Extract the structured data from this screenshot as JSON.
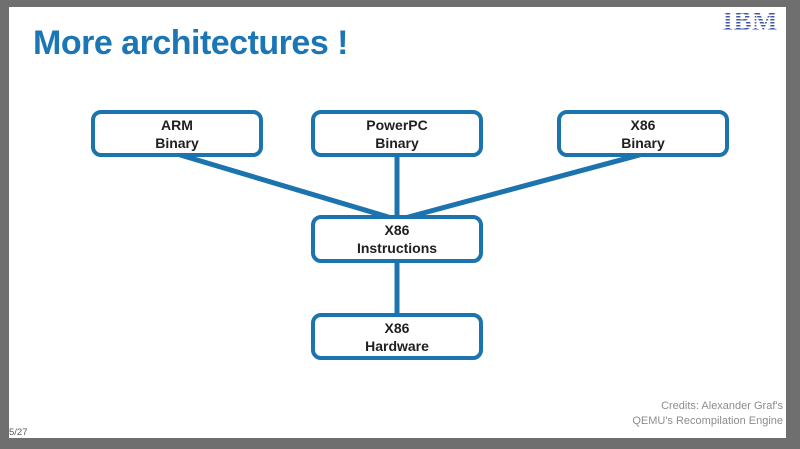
{
  "slide": {
    "title": "More architectures !",
    "logo_text": "IBM",
    "page_indicator": "5/27",
    "credits": {
      "line1": "Credits: Alexander Graf's",
      "line2": "QEMU's Recompilation Engine"
    }
  },
  "diagram": {
    "nodes": [
      {
        "id": "arm-binary",
        "line1": "ARM",
        "line2": "Binary"
      },
      {
        "id": "powerpc-binary",
        "line1": "PowerPC",
        "line2": "Binary"
      },
      {
        "id": "x86-binary",
        "line1": "X86",
        "line2": "Binary"
      },
      {
        "id": "x86-instructions",
        "line1": "X86",
        "line2": "Instructions"
      },
      {
        "id": "x86-hardware",
        "line1": "X86",
        "line2": "Hardware"
      }
    ],
    "edges": [
      {
        "from": "arm-binary",
        "to": "x86-instructions"
      },
      {
        "from": "powerpc-binary",
        "to": "x86-instructions"
      },
      {
        "from": "x86-binary",
        "to": "x86-instructions"
      },
      {
        "from": "x86-instructions",
        "to": "x86-hardware"
      }
    ],
    "colors": {
      "accent_blue": "#1b74ae",
      "title_blue": "#1c76b6",
      "frame_gray": "#6f6f6f",
      "credits_gray": "#8d8d8d",
      "ibm_blue": "#4458a6"
    }
  }
}
